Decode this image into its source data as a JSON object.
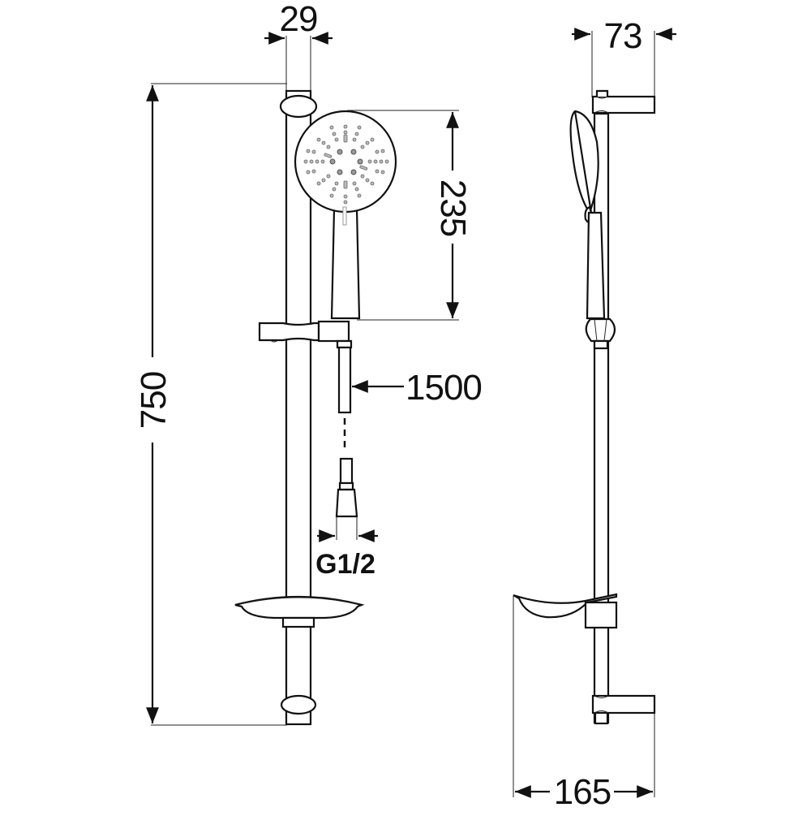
{
  "drawing": {
    "title": "Shower rail set with hand shower and soap dish - dimension drawing",
    "units": "mm",
    "colors": {
      "line": "#111111",
      "background": "#ffffff",
      "nozzle": "#bbbbbb"
    },
    "front_view": {
      "dimensions": {
        "rail_diameter": {
          "label": "29",
          "value": 29
        },
        "total_height": {
          "label": "750",
          "value": 750
        },
        "hand_shower_length": {
          "label": "235",
          "value": 235
        },
        "hose_length": {
          "label": "1500",
          "value": 1500
        },
        "hose_connector": {
          "label": "G1/2",
          "value": "G1/2"
        }
      },
      "components": [
        "wall-rail",
        "top-wall-bracket",
        "bottom-wall-bracket",
        "hand-shower",
        "slider-holder",
        "shower-hose",
        "hose-connector",
        "soap-dish"
      ]
    },
    "side_view": {
      "dimensions": {
        "wall_projection": {
          "label": "73",
          "value": 73
        },
        "soap_dish_depth": {
          "label": "165",
          "value": 165
        }
      },
      "components": [
        "wall-rail",
        "top-wall-bracket",
        "bottom-wall-bracket",
        "hand-shower-profile",
        "slider-holder",
        "soap-dish-profile"
      ]
    }
  }
}
